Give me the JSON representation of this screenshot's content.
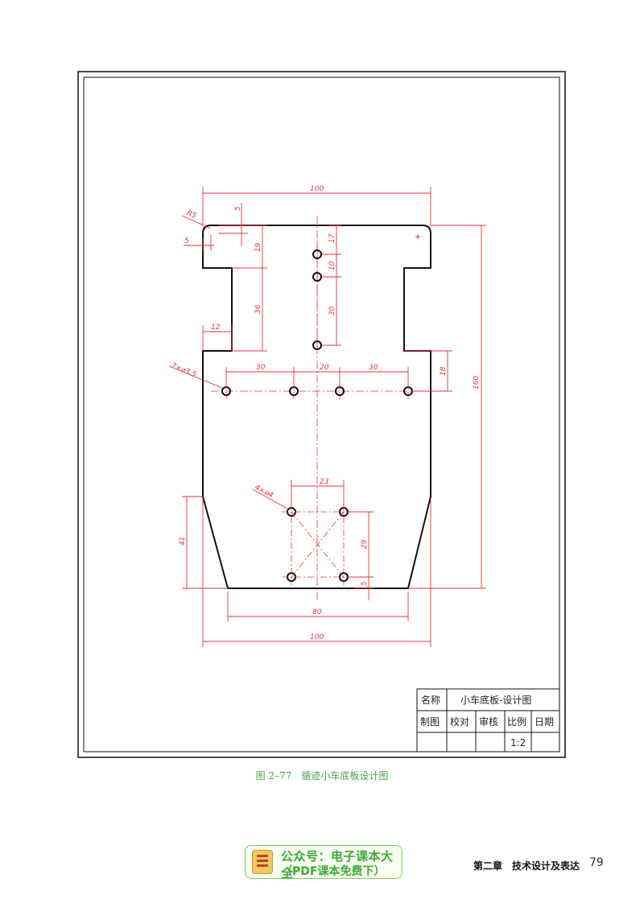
{
  "drawing": {
    "dimensions": {
      "top_width": "100",
      "corner_radius": "R5",
      "corner_v": "5",
      "corner_h": "5",
      "left_19": "19",
      "left_36": "36",
      "left_12": "12",
      "hole_17": "17",
      "hole_10": "10",
      "hole_30": "30",
      "holes_label": "7×⌀3.5",
      "span_30a": "30",
      "span_20": "20",
      "span_30b": "30",
      "right_18": "18",
      "total_160": "160",
      "small_holes_label": "4×⌀4",
      "span_23": "23",
      "span_29": "29",
      "span_5": "5",
      "left_41": "41",
      "bottom_80": "80",
      "bottom_100": "100"
    },
    "title_block": {
      "name_label": "名称",
      "name_value": "小车底板-设计图",
      "drawn_by": "制图",
      "checked_by": "校对",
      "reviewed_by": "审核",
      "scale_label": "比例",
      "date_label": "日期",
      "scale_value": "1:2"
    }
  },
  "caption": {
    "number": "图 2–77",
    "title": "循迹小车底板设计图"
  },
  "watermark": {
    "line1": "公众号：电子课本大全",
    "line2": "（PDF课本免费下）"
  },
  "footer": {
    "chapter": "第二章　技术设计及表达",
    "page_number": "79"
  },
  "colors": {
    "dimension": "#e8333a",
    "outline": "#111111",
    "caption": "#4aa04a",
    "watermark": "#3fa83a"
  }
}
